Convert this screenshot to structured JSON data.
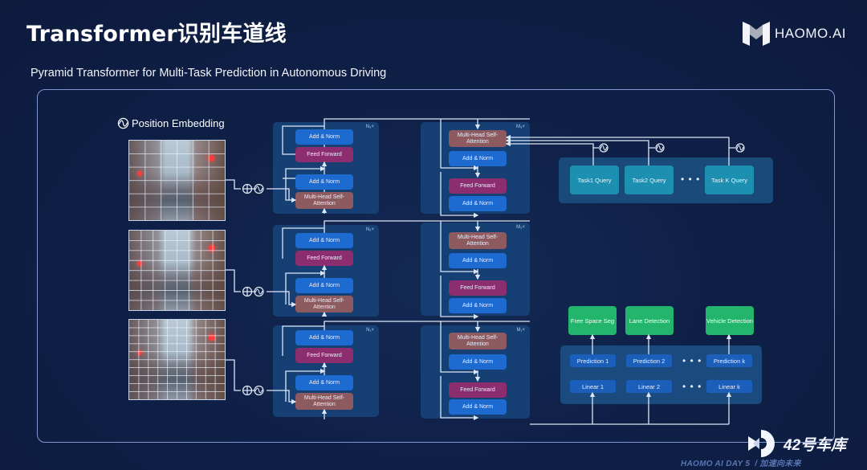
{
  "header": {
    "title": "Transformer识别车道线",
    "subtitle": "Pyramid Transformer for Multi-Task Prediction in Autonomous Driving",
    "logo_text": "HAOMO.AI"
  },
  "diagram": {
    "position_embedding_label": "Position Embedding",
    "input_images": [
      {
        "name": "input-image-level-1",
        "grid": "6x6"
      },
      {
        "name": "input-image-level-2",
        "grid": "8x8"
      },
      {
        "name": "input-image-level-3",
        "grid": "10x10"
      }
    ],
    "encoder_blocks": [
      {
        "tag": "N₃×",
        "add_norm_top": "Add & Norm",
        "feed_forward": "Feed Forward",
        "add_norm_bottom": "Add & Norm",
        "attention": "Multi-Head Self-Attention"
      },
      {
        "tag": "N₂×",
        "add_norm_top": "Add & Norm",
        "feed_forward": "Feed Forward",
        "add_norm_bottom": "Add & Norm",
        "attention": "Multi-Head Self-Attention"
      },
      {
        "tag": "N₁×",
        "add_norm_top": "Add & Norm",
        "feed_forward": "Feed Forward",
        "add_norm_bottom": "Add & Norm",
        "attention": "Multi-Head Self-Attention"
      }
    ],
    "decoder_blocks": [
      {
        "tag": "M₃×",
        "attention": "Multi-Head Self-Attention",
        "add_norm_top": "Add & Norm",
        "feed_forward": "Feed Forward",
        "add_norm_bottom": "Add & Norm"
      },
      {
        "tag": "M₂×",
        "attention": "Multi-Head Self-Attention",
        "add_norm_top": "Add & Norm",
        "feed_forward": "Feed Forward",
        "add_norm_bottom": "Add & Norm"
      },
      {
        "tag": "M₁×",
        "attention": "Multi-Head Self-Attention",
        "add_norm_top": "Add & Norm",
        "feed_forward": "Feed Forward",
        "add_norm_bottom": "Add & Norm"
      }
    ],
    "task_queries": [
      "Task1 Query",
      "Task2 Query",
      "Task K Query"
    ],
    "ellipsis": "• • •",
    "predictions": [
      "Prediction 1",
      "Prediction 2",
      "Prediction k"
    ],
    "linears": [
      "Linear 1",
      "Linear 2",
      "Linear k"
    ],
    "outputs": [
      "Free Space Seg",
      "Lane Detection",
      "Vehicle Detection"
    ]
  },
  "watermark": {
    "brand": "42号车库",
    "event": "HAOMO AI DAY 5",
    "slogan": "/ 加速向未来"
  },
  "colors": {
    "add_norm": "#1d6ad1",
    "feed_forward": "#8b2d6e",
    "attention": "#8c5a5f",
    "task_query": "#1d8fb0",
    "output": "#24b56c"
  }
}
